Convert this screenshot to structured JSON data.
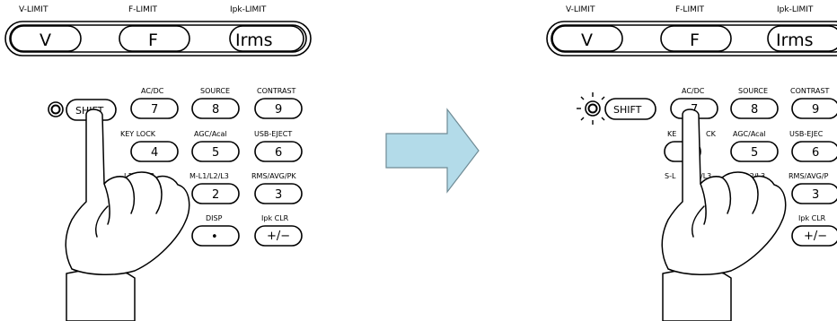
{
  "before": {
    "header_labels": {
      "v": "V-LIMIT",
      "f": "F-LIMIT",
      "i": "Ipk-LIMIT"
    },
    "big_keys": {
      "v": "V",
      "f": "F",
      "i": "Irms"
    },
    "shift": "SHIFT",
    "col_labels": {
      "r1": [
        "AC/DC",
        "SOURCE",
        "CONTRAST"
      ],
      "r2": [
        "KEY LOCK",
        "AGC/Acal",
        "USB-EJECT"
      ],
      "r3": [
        "L1/L2/L3",
        "M-L1/L2/L3",
        "RMS/AVG/PK"
      ],
      "r4": [
        "DISP",
        "Ipk CLR"
      ]
    },
    "keys": {
      "r1": [
        "7",
        "8",
        "9"
      ],
      "r2": [
        "4",
        "5",
        "6"
      ],
      "r3": [
        "2",
        "3"
      ],
      "r4": [
        "•",
        "+/−"
      ]
    }
  },
  "after": {
    "header_labels": {
      "v": "V-LIMIT",
      "f": "F-LIMIT",
      "i": "Ipk-LIMIT"
    },
    "big_keys": {
      "v": "V",
      "f": "F",
      "i": "Irms"
    },
    "shift": "SHIFT",
    "col_labels": {
      "r1": [
        "AC/DC",
        "SOURCE",
        "CONTRAST"
      ],
      "r2": [
        "KE",
        "CK",
        "AGC/Acal",
        "USB-EJEC"
      ],
      "r3": [
        "S-L",
        "/L3",
        "L1/L2/L3",
        "RMS/AVG/P"
      ],
      "r4": [
        "Ipk CLR"
      ]
    },
    "keys": {
      "r1": [
        "7",
        "8",
        "9"
      ],
      "r2": [
        "5",
        "6"
      ],
      "r3": [
        "3"
      ],
      "r4": [
        "+/−"
      ]
    }
  },
  "arrow_color": "#b3dbe9"
}
